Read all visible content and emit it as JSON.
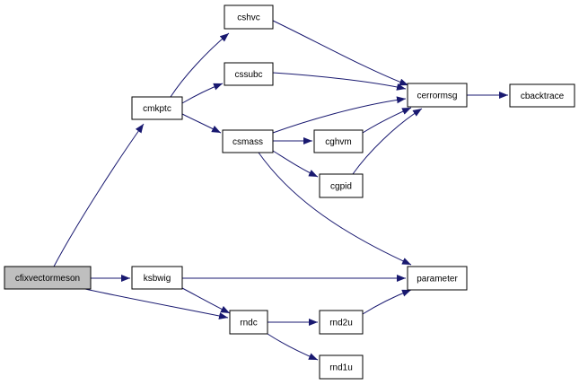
{
  "colors": {
    "edge": "#191970",
    "node_fill": "#ffffff",
    "root_fill": "#bfbfbf",
    "node_border": "#000000"
  },
  "nodes": {
    "cfixvectormeson": {
      "label": "cfixvectormeson",
      "root": true
    },
    "cmkptc": {
      "label": "cmkptc"
    },
    "cshvc": {
      "label": "cshvc"
    },
    "cssubc": {
      "label": "cssubc"
    },
    "csmass": {
      "label": "csmass"
    },
    "cghvm": {
      "label": "cghvm"
    },
    "cgpid": {
      "label": "cgpid"
    },
    "cerrormsg": {
      "label": "cerrormsg"
    },
    "cbacktrace": {
      "label": "cbacktrace"
    },
    "ksbwig": {
      "label": "ksbwig"
    },
    "parameter": {
      "label": "parameter"
    },
    "rndc": {
      "label": "rndc"
    },
    "rnd2u": {
      "label": "rnd2u"
    },
    "rnd1u": {
      "label": "rnd1u"
    }
  },
  "edges": [
    {
      "from": "cfixvectormeson",
      "to": "cmkptc"
    },
    {
      "from": "cfixvectormeson",
      "to": "ksbwig"
    },
    {
      "from": "cfixvectormeson",
      "to": "rndc"
    },
    {
      "from": "cmkptc",
      "to": "cshvc"
    },
    {
      "from": "cmkptc",
      "to": "cssubc"
    },
    {
      "from": "cmkptc",
      "to": "csmass"
    },
    {
      "from": "cshvc",
      "to": "cerrormsg"
    },
    {
      "from": "cssubc",
      "to": "cerrormsg"
    },
    {
      "from": "csmass",
      "to": "cerrormsg"
    },
    {
      "from": "csmass",
      "to": "cghvm"
    },
    {
      "from": "csmass",
      "to": "cgpid"
    },
    {
      "from": "csmass",
      "to": "parameter"
    },
    {
      "from": "cghvm",
      "to": "cerrormsg"
    },
    {
      "from": "cgpid",
      "to": "cerrormsg"
    },
    {
      "from": "cerrormsg",
      "to": "cbacktrace"
    },
    {
      "from": "ksbwig",
      "to": "parameter"
    },
    {
      "from": "ksbwig",
      "to": "rndc"
    },
    {
      "from": "rndc",
      "to": "rnd2u"
    },
    {
      "from": "rndc",
      "to": "rnd1u"
    },
    {
      "from": "rnd2u",
      "to": "parameter"
    }
  ]
}
